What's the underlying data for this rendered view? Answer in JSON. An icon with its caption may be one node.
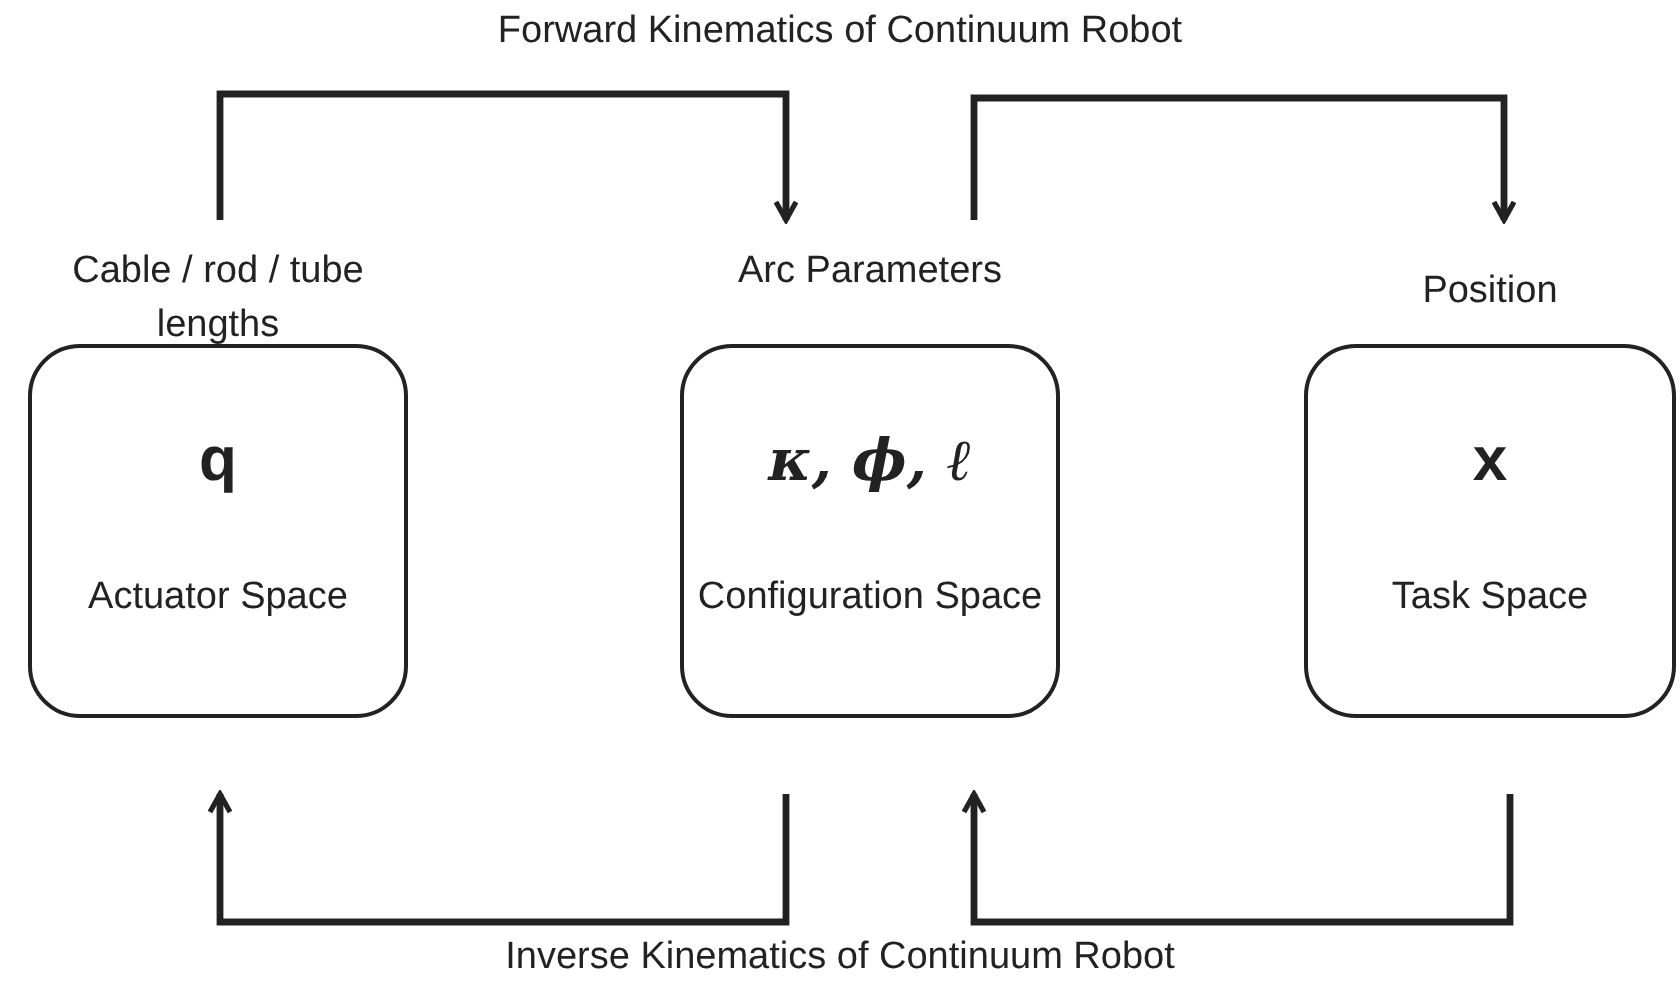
{
  "diagram": {
    "nodes": [
      {
        "text": [
          "Cable / rod / tube lengths",
          "q",
          "Actuator Space"
        ]
      },
      {
        "text": [
          "Arc Parameters",
          "κ, ϕ, ℓ",
          "Configuration Space"
        ]
      },
      {
        "text": [
          "Position",
          "x",
          "Task Space"
        ]
      }
    ],
    "edges": [
      {
        "from": 0,
        "to": 1,
        "arrow": "to"
      },
      {
        "from": 1,
        "to": 2,
        "arrow": "to"
      },
      {
        "from": 1,
        "to": 0,
        "arrow": "to"
      },
      {
        "from": 2,
        "to": 1,
        "arrow": "to"
      }
    ],
    "labels": [
      "Forward Kinematics of Continuum Robot",
      "Inverse Kinematics of Continuum Robot"
    ]
  }
}
